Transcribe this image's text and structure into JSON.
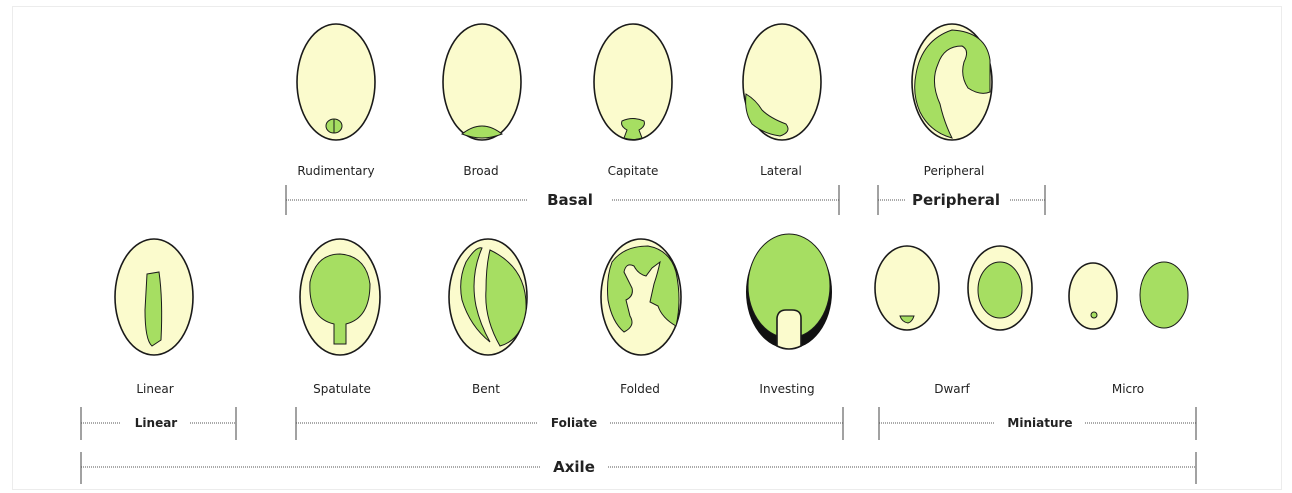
{
  "colors": {
    "seed_fill": "#fbfbcd",
    "embryo_fill": "#a6de62",
    "outline": "#1a1a1a"
  },
  "seed_types": {
    "rudimentary": "Rudimentary",
    "broad": "Broad",
    "capitate": "Capitate",
    "lateral": "Lateral",
    "peripheral": "Peripheral",
    "linear": "Linear",
    "spatulate": "Spatulate",
    "bent": "Bent",
    "folded": "Folded",
    "investing": "Investing",
    "dwarf": "Dwarf",
    "micro": "Micro"
  },
  "groups": {
    "basal": "Basal",
    "peripheral": "Peripheral",
    "linear": "Linear",
    "foliate": "Foliate",
    "miniature": "Miniature",
    "axile": "Axile"
  }
}
